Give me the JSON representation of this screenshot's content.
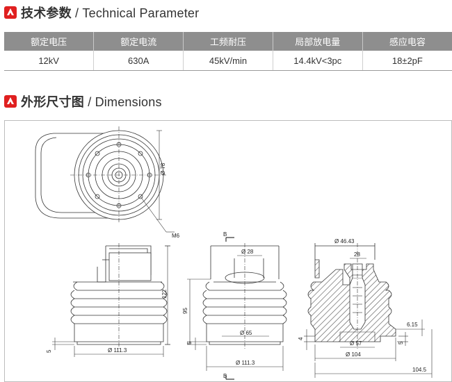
{
  "section1": {
    "cn": "技术参数",
    "sep": "/",
    "en": "Technical Parameter"
  },
  "section2": {
    "cn": "外形尺寸图",
    "sep": "/",
    "en": "Dimensions"
  },
  "colors": {
    "accent": "#e02020",
    "header_bg": "#8e8e8e",
    "header_text": "#ffffff"
  },
  "table": {
    "headers": [
      "额定电压",
      "额定电流",
      "工频耐压",
      "局部放电量",
      "感应电容"
    ],
    "row": [
      "12kV",
      "630A",
      "45kV/min",
      "14.4kV<3pc",
      "18±2pF"
    ]
  },
  "dimensions": {
    "d78": "Ø 78",
    "m6": "M6",
    "d111_left": "Ø 111.3",
    "h122": "122",
    "h5_left": "5",
    "b_top": "B",
    "d28": "Ø 28",
    "h95": "95",
    "h5_mid": "5",
    "d65": "Ø 65",
    "d111_mid": "Ø 111.3",
    "b_bottom": "B",
    "d46": "Ø 46.43",
    "w28": "28",
    "h4": "4",
    "d57": "Ø 57",
    "d104": "Ø 104",
    "w6": "6.15",
    "h5_right": "5",
    "w104": "104.5"
  }
}
